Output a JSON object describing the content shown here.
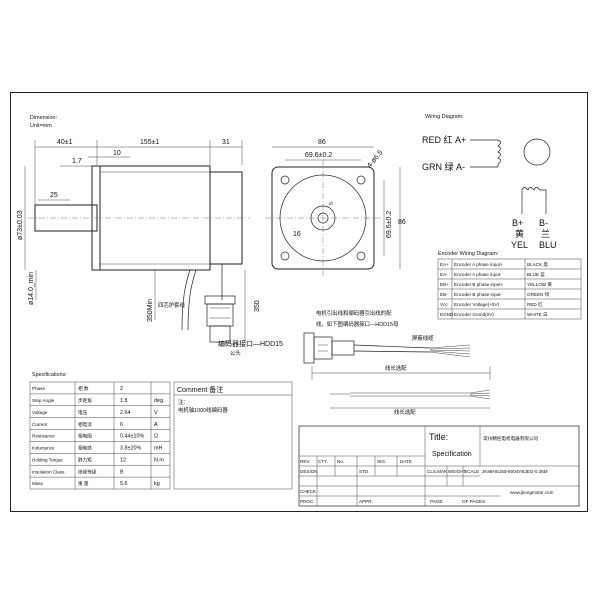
{
  "dimension": {
    "title": "Dimension:",
    "unit": "Unit=mm"
  },
  "side_view": {
    "dim_40": "40±1",
    "dim_155": "155±1",
    "dim_31": "31",
    "dim_10": "10",
    "dim_1_7": "1.7",
    "dim_25": "25",
    "dim_shaft": "ø73±0.03",
    "dim_wire": "ø14.0_min",
    "dim_350min": "350Min",
    "note_cable": "四芯护套线",
    "dim_350": "350",
    "encoder_label": "编码器接口—HDD15",
    "male_label": "公头"
  },
  "front_view": {
    "dim_86_top": "86",
    "dim_69_6_top": "69.6±0.2",
    "dim_hole": "4-ø6.5",
    "dim_86_side": "86",
    "dim_69_6_side": "69.6±0.2",
    "dim_16": "16",
    "dim_5": "5"
  },
  "wiring": {
    "title": "Wiring Diagram:",
    "red": "RED 红 A+",
    "grn": "GRN 绿 A-",
    "b_plus": "B+",
    "b_plus_cn": "黄",
    "b_plus_color": "YEL",
    "b_minus": "B-",
    "b_minus_cn": "兰",
    "b_minus_color": "BLU"
  },
  "encoder_wiring": {
    "title": "Encoder Wiring Diagram:",
    "rows": [
      {
        "pin": "EA+",
        "desc": "Encoder A phase input+",
        "color": "BLACK 黑"
      },
      {
        "pin": "EA-",
        "desc": "Encoder A phase input-",
        "color": "BLUE 蓝"
      },
      {
        "pin": "EB+",
        "desc": "Encoder B phase input+",
        "color": "YELLOW 黄"
      },
      {
        "pin": "EB-",
        "desc": "Encoder B phase input-",
        "color": "GREEN 绿"
      },
      {
        "pin": "Vcc",
        "desc": "Encoder Voltage(+5V)",
        "color": "RED 红"
      },
      {
        "pin": "EGND",
        "desc": "Encoder Grond(0V)",
        "color": "WHITE 白"
      }
    ]
  },
  "cable": {
    "note_line1": "电机引出线和编码器引出线的配",
    "note_line2": "线，如下图编码器接口—HDD15母",
    "shield_label": "屏蔽线缆",
    "length1": "线长选配",
    "length2": "线长选配"
  },
  "specifications": {
    "title": "Specifications:",
    "rows": [
      {
        "en": "Phase",
        "cn": "相  数",
        "val": "2",
        "unit": ""
      },
      {
        "en": "Step Angle",
        "cn": "步距角",
        "val": "1.8",
        "unit": "deg."
      },
      {
        "en": "Voltage",
        "cn": "电压",
        "val": "2.64",
        "unit": "V"
      },
      {
        "en": "Current",
        "cn": "相电流",
        "val": "6",
        "unit": "A"
      },
      {
        "en": "Resistance",
        "cn": "相电阻",
        "val": "0.44±10%",
        "unit": "Ω"
      },
      {
        "en": "Inductance",
        "cn": "相电感",
        "val": "3.8±20%",
        "unit": "mH"
      },
      {
        "en": "Holding Torque",
        "cn": "静力矩",
        "val": "12",
        "unit": "N.m"
      },
      {
        "en": "Insulation Class",
        "cn": "绝缘等级",
        "val": "B",
        "unit": ""
      },
      {
        "en": "Mass",
        "cn": "重  量",
        "val": "5.6",
        "unit": "kg"
      }
    ],
    "comment_title": "Comment 备注",
    "comment_note": "注：",
    "comment_text": "电机轴1000线编码器"
  },
  "title_block": {
    "title_label": "Title:",
    "title_value": "Specification",
    "company": "常州精控电机电器有限公司",
    "rev": "REV.",
    "cty": "CTY.",
    "no": "No.",
    "sig": "SIG.",
    "date": "DATE",
    "design": "DESIGN",
    "std": "STD.",
    "check": "CHECK",
    "proc": "PROC.",
    "appr": "APPR.",
    "cls_mak": "CLS.MAK",
    "weight": "WEIGHT",
    "scale": "SCALE",
    "part_no": "JK86HS155-6004YBJEO-0.35M",
    "page": "PAGE:",
    "of_pages": "OF   PAGES",
    "website": "www.jkongmotor.com"
  }
}
